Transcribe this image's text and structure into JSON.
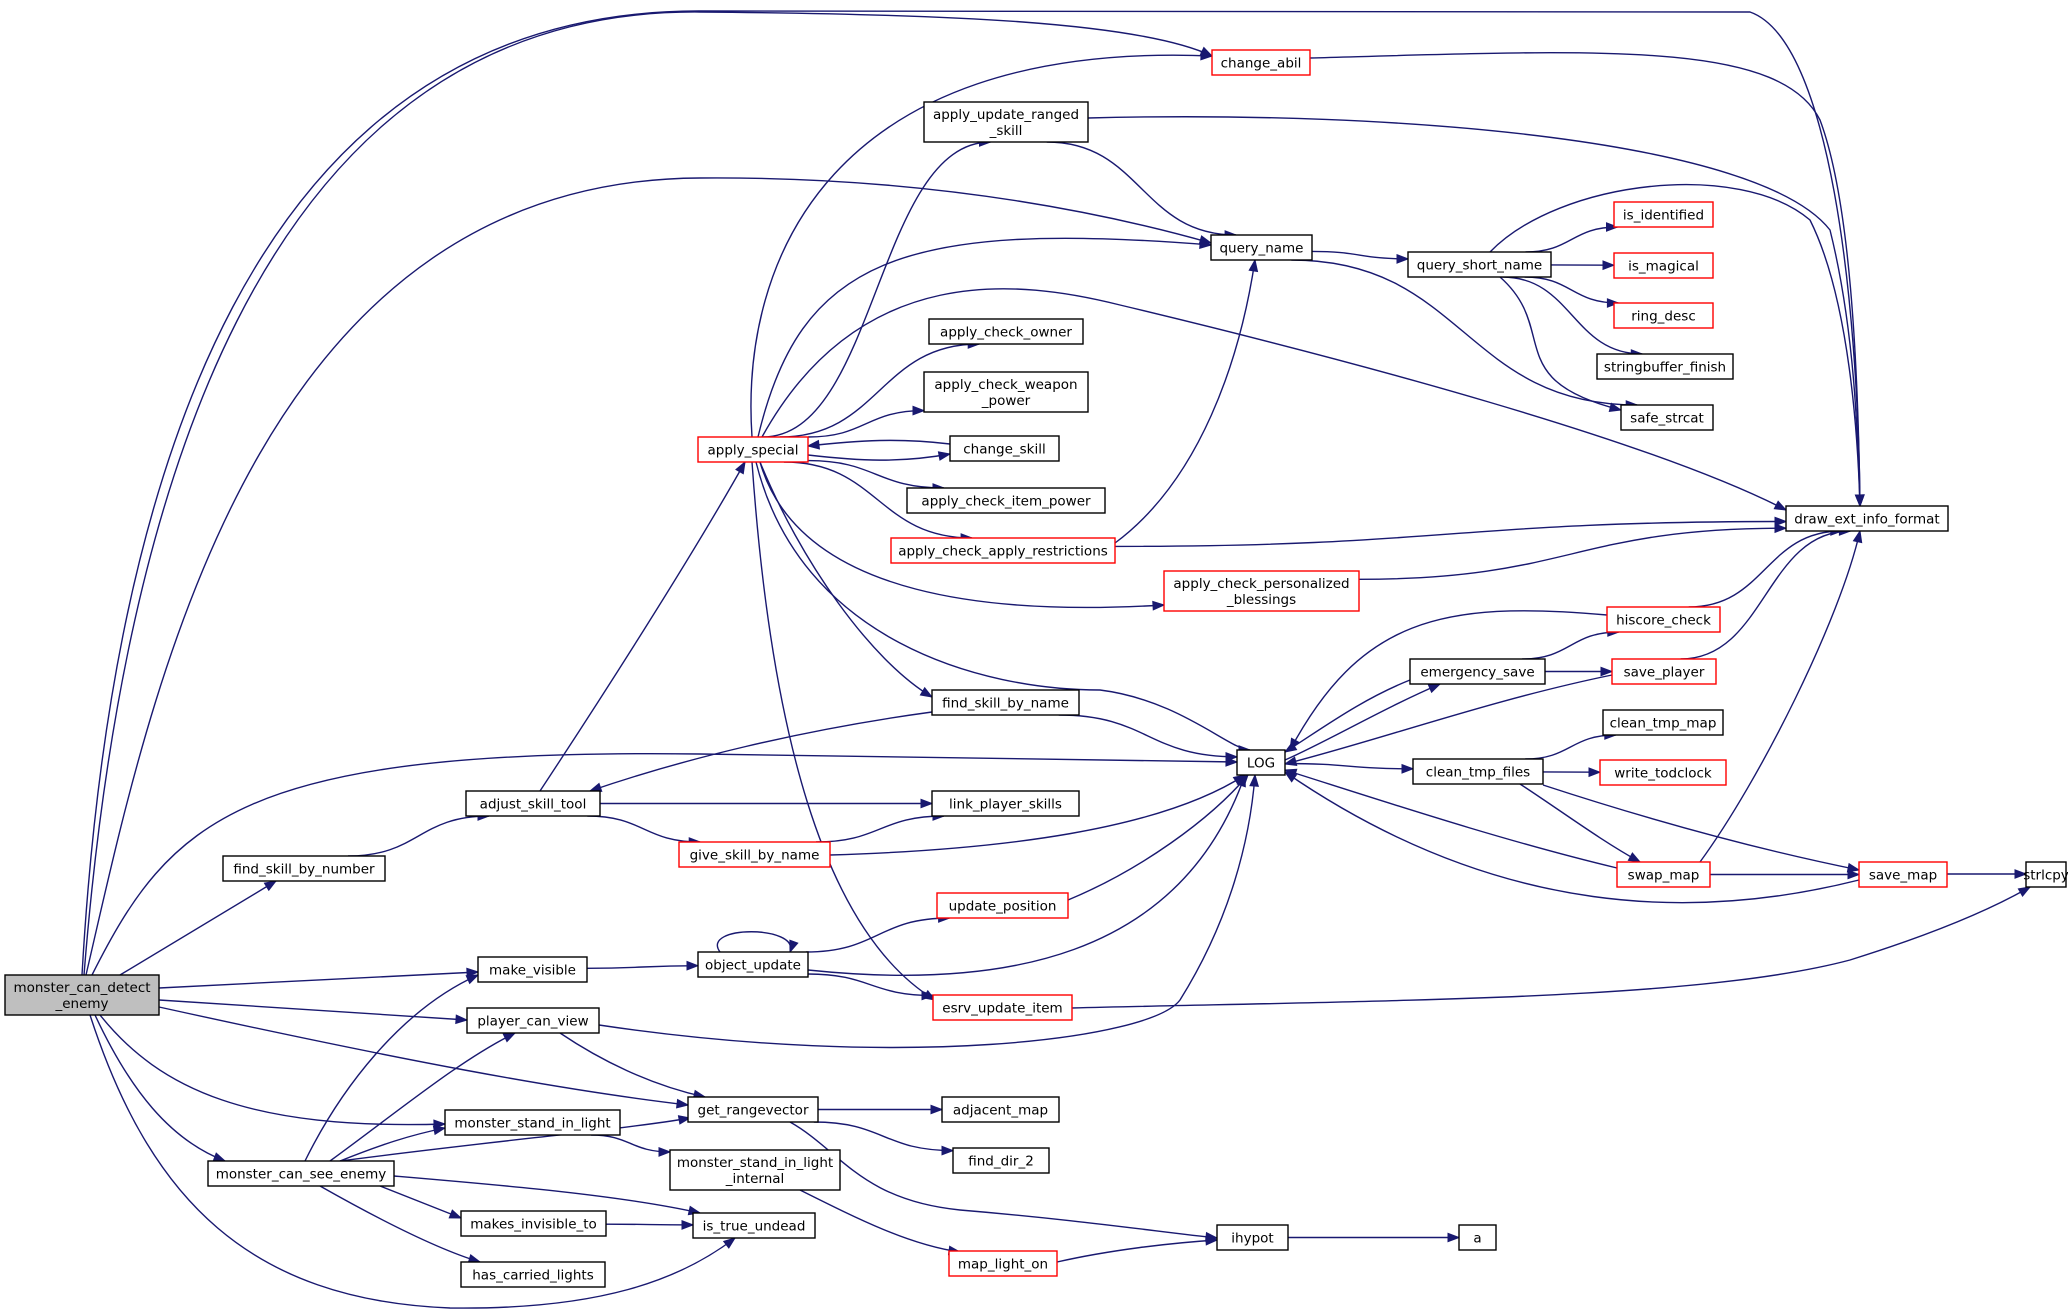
{
  "diagram": {
    "colors": {
      "edge": "#191970",
      "node_border_default": "#000000",
      "node_border_truncated": "#ff0000",
      "root_fill": "#bfbfbf",
      "node_fill": "#ffffff"
    },
    "nodes": [
      {
        "id": "root",
        "lines": [
          "monster_can_detect",
          "_enemy"
        ],
        "style": "root"
      },
      {
        "id": "change_abil",
        "lines": [
          "change_abil"
        ],
        "style": "red"
      },
      {
        "id": "apply_update_ranged_skill",
        "lines": [
          "apply_update_ranged",
          "_skill"
        ],
        "style": "black"
      },
      {
        "id": "query_name",
        "lines": [
          "query_name"
        ],
        "style": "black"
      },
      {
        "id": "query_short_name",
        "lines": [
          "query_short_name"
        ],
        "style": "black"
      },
      {
        "id": "is_identified",
        "lines": [
          "is_identified"
        ],
        "style": "red"
      },
      {
        "id": "is_magical",
        "lines": [
          "is_magical"
        ],
        "style": "red"
      },
      {
        "id": "ring_desc",
        "lines": [
          "ring_desc"
        ],
        "style": "red"
      },
      {
        "id": "stringbuffer_finish",
        "lines": [
          "stringbuffer_finish"
        ],
        "style": "black"
      },
      {
        "id": "safe_strcat",
        "lines": [
          "safe_strcat"
        ],
        "style": "black"
      },
      {
        "id": "apply_check_owner",
        "lines": [
          "apply_check_owner"
        ],
        "style": "black"
      },
      {
        "id": "apply_check_weapon_power",
        "lines": [
          "apply_check_weapon",
          "_power"
        ],
        "style": "black"
      },
      {
        "id": "apply_special",
        "lines": [
          "apply_special"
        ],
        "style": "red"
      },
      {
        "id": "change_skill",
        "lines": [
          "change_skill"
        ],
        "style": "black"
      },
      {
        "id": "apply_check_item_power",
        "lines": [
          "apply_check_item_power"
        ],
        "style": "black"
      },
      {
        "id": "apply_check_apply_restrictions",
        "lines": [
          "apply_check_apply_restrictions"
        ],
        "style": "red"
      },
      {
        "id": "draw_ext_info_format",
        "lines": [
          "draw_ext_info_format"
        ],
        "style": "black"
      },
      {
        "id": "apply_check_personalized_blessings",
        "lines": [
          "apply_check_personalized",
          "_blessings"
        ],
        "style": "red"
      },
      {
        "id": "hiscore_check",
        "lines": [
          "hiscore_check"
        ],
        "style": "red"
      },
      {
        "id": "emergency_save",
        "lines": [
          "emergency_save"
        ],
        "style": "black"
      },
      {
        "id": "save_player",
        "lines": [
          "save_player"
        ],
        "style": "red"
      },
      {
        "id": "find_skill_by_name",
        "lines": [
          "find_skill_by_name"
        ],
        "style": "black"
      },
      {
        "id": "clean_tmp_map",
        "lines": [
          "clean_tmp_map"
        ],
        "style": "black"
      },
      {
        "id": "LOG",
        "lines": [
          "LOG"
        ],
        "style": "black"
      },
      {
        "id": "clean_tmp_files",
        "lines": [
          "clean_tmp_files"
        ],
        "style": "black"
      },
      {
        "id": "write_todclock",
        "lines": [
          "write_todclock"
        ],
        "style": "red"
      },
      {
        "id": "adjust_skill_tool",
        "lines": [
          "adjust_skill_tool"
        ],
        "style": "black"
      },
      {
        "id": "link_player_skills",
        "lines": [
          "link_player_skills"
        ],
        "style": "black"
      },
      {
        "id": "give_skill_by_name",
        "lines": [
          "give_skill_by_name"
        ],
        "style": "red"
      },
      {
        "id": "find_skill_by_number",
        "lines": [
          "find_skill_by_number"
        ],
        "style": "black"
      },
      {
        "id": "swap_map",
        "lines": [
          "swap_map"
        ],
        "style": "red"
      },
      {
        "id": "save_map",
        "lines": [
          "save_map"
        ],
        "style": "red"
      },
      {
        "id": "strlcpy",
        "lines": [
          "strlcpy"
        ],
        "style": "black"
      },
      {
        "id": "update_position",
        "lines": [
          "update_position"
        ],
        "style": "red"
      },
      {
        "id": "make_visible",
        "lines": [
          "make_visible"
        ],
        "style": "black"
      },
      {
        "id": "object_update",
        "lines": [
          "object_update"
        ],
        "style": "black"
      },
      {
        "id": "esrv_update_item",
        "lines": [
          "esrv_update_item"
        ],
        "style": "red"
      },
      {
        "id": "player_can_view",
        "lines": [
          "player_can_view"
        ],
        "style": "black"
      },
      {
        "id": "get_rangevector",
        "lines": [
          "get_rangevector"
        ],
        "style": "black"
      },
      {
        "id": "adjacent_map",
        "lines": [
          "adjacent_map"
        ],
        "style": "black"
      },
      {
        "id": "monster_stand_in_light",
        "lines": [
          "monster_stand_in_light"
        ],
        "style": "black"
      },
      {
        "id": "find_dir_2",
        "lines": [
          "find_dir_2"
        ],
        "style": "black"
      },
      {
        "id": "monster_can_see_enemy",
        "lines": [
          "monster_can_see_enemy"
        ],
        "style": "black"
      },
      {
        "id": "monster_stand_in_light_internal",
        "lines": [
          "monster_stand_in_light",
          "_internal"
        ],
        "style": "black"
      },
      {
        "id": "makes_invisible_to",
        "lines": [
          "makes_invisible_to"
        ],
        "style": "black"
      },
      {
        "id": "is_true_undead",
        "lines": [
          "is_true_undead"
        ],
        "style": "black"
      },
      {
        "id": "ihypot",
        "lines": [
          "ihypot"
        ],
        "style": "black"
      },
      {
        "id": "a",
        "lines": [
          "a"
        ],
        "style": "black"
      },
      {
        "id": "map_light_on",
        "lines": [
          "map_light_on"
        ],
        "style": "red"
      },
      {
        "id": "has_carried_lights",
        "lines": [
          "has_carried_lights"
        ],
        "style": "black"
      }
    ],
    "edges": [
      [
        "root",
        "change_abil"
      ],
      [
        "root",
        "query_name"
      ],
      [
        "root",
        "draw_ext_info_format"
      ],
      [
        "root",
        "LOG"
      ],
      [
        "root",
        "find_skill_by_number"
      ],
      [
        "root",
        "make_visible"
      ],
      [
        "root",
        "player_can_view"
      ],
      [
        "root",
        "get_rangevector"
      ],
      [
        "root",
        "monster_stand_in_light"
      ],
      [
        "root",
        "monster_can_see_enemy"
      ],
      [
        "root",
        "is_true_undead"
      ],
      [
        "change_abil",
        "draw_ext_info_format"
      ],
      [
        "apply_update_ranged_skill",
        "query_name"
      ],
      [
        "apply_update_ranged_skill",
        "draw_ext_info_format"
      ],
      [
        "query_name",
        "query_short_name"
      ],
      [
        "query_name",
        "safe_strcat"
      ],
      [
        "query_short_name",
        "draw_ext_info_format"
      ],
      [
        "query_short_name",
        "is_identified"
      ],
      [
        "query_short_name",
        "is_magical"
      ],
      [
        "query_short_name",
        "ring_desc"
      ],
      [
        "query_short_name",
        "stringbuffer_finish"
      ],
      [
        "query_short_name",
        "safe_strcat"
      ],
      [
        "apply_special",
        "change_abil"
      ],
      [
        "apply_special",
        "apply_update_ranged_skill"
      ],
      [
        "apply_special",
        "query_name"
      ],
      [
        "apply_special",
        "draw_ext_info_format"
      ],
      [
        "apply_special",
        "apply_check_owner"
      ],
      [
        "apply_special",
        "apply_check_weapon_power"
      ],
      [
        "apply_special",
        "change_skill"
      ],
      [
        "apply_special",
        "apply_check_item_power"
      ],
      [
        "apply_special",
        "apply_check_apply_restrictions"
      ],
      [
        "apply_special",
        "apply_check_personalized_blessings"
      ],
      [
        "apply_special",
        "find_skill_by_name"
      ],
      [
        "apply_special",
        "LOG"
      ],
      [
        "apply_special",
        "esrv_update_item"
      ],
      [
        "change_skill",
        "apply_special"
      ],
      [
        "apply_check_apply_restrictions",
        "query_name"
      ],
      [
        "apply_check_apply_restrictions",
        "draw_ext_info_format"
      ],
      [
        "apply_check_personalized_blessings",
        "draw_ext_info_format"
      ],
      [
        "hiscore_check",
        "draw_ext_info_format"
      ],
      [
        "hiscore_check",
        "LOG"
      ],
      [
        "emergency_save",
        "hiscore_check"
      ],
      [
        "emergency_save",
        "save_player"
      ],
      [
        "emergency_save",
        "LOG"
      ],
      [
        "save_player",
        "draw_ext_info_format"
      ],
      [
        "save_player",
        "LOG"
      ],
      [
        "find_skill_by_name",
        "adjust_skill_tool"
      ],
      [
        "find_skill_by_name",
        "LOG"
      ],
      [
        "LOG",
        "emergency_save"
      ],
      [
        "LOG",
        "clean_tmp_files"
      ],
      [
        "clean_tmp_files",
        "clean_tmp_map"
      ],
      [
        "clean_tmp_files",
        "write_todclock"
      ],
      [
        "clean_tmp_files",
        "swap_map"
      ],
      [
        "clean_tmp_files",
        "save_map"
      ],
      [
        "adjust_skill_tool",
        "apply_special"
      ],
      [
        "adjust_skill_tool",
        "link_player_skills"
      ],
      [
        "adjust_skill_tool",
        "give_skill_by_name"
      ],
      [
        "give_skill_by_name",
        "link_player_skills"
      ],
      [
        "give_skill_by_name",
        "LOG"
      ],
      [
        "find_skill_by_number",
        "adjust_skill_tool"
      ],
      [
        "swap_map",
        "draw_ext_info_format"
      ],
      [
        "swap_map",
        "LOG"
      ],
      [
        "swap_map",
        "save_map"
      ],
      [
        "save_map",
        "LOG"
      ],
      [
        "save_map",
        "strlcpy"
      ],
      [
        "update_position",
        "LOG"
      ],
      [
        "make_visible",
        "object_update"
      ],
      [
        "object_update",
        "object_update"
      ],
      [
        "object_update",
        "update_position"
      ],
      [
        "object_update",
        "LOG"
      ],
      [
        "object_update",
        "esrv_update_item"
      ],
      [
        "esrv_update_item",
        "strlcpy"
      ],
      [
        "player_can_view",
        "LOG"
      ],
      [
        "player_can_view",
        "get_rangevector"
      ],
      [
        "get_rangevector",
        "adjacent_map"
      ],
      [
        "get_rangevector",
        "find_dir_2"
      ],
      [
        "get_rangevector",
        "ihypot"
      ],
      [
        "monster_stand_in_light",
        "monster_stand_in_light_internal"
      ],
      [
        "monster_can_see_enemy",
        "make_visible"
      ],
      [
        "monster_can_see_enemy",
        "player_can_view"
      ],
      [
        "monster_can_see_enemy",
        "get_rangevector"
      ],
      [
        "monster_can_see_enemy",
        "monster_stand_in_light"
      ],
      [
        "monster_can_see_enemy",
        "makes_invisible_to"
      ],
      [
        "monster_can_see_enemy",
        "is_true_undead"
      ],
      [
        "monster_can_see_enemy",
        "has_carried_lights"
      ],
      [
        "monster_stand_in_light_internal",
        "map_light_on"
      ],
      [
        "makes_invisible_to",
        "is_true_undead"
      ],
      [
        "ihypot",
        "a"
      ],
      [
        "map_light_on",
        "ihypot"
      ]
    ]
  }
}
